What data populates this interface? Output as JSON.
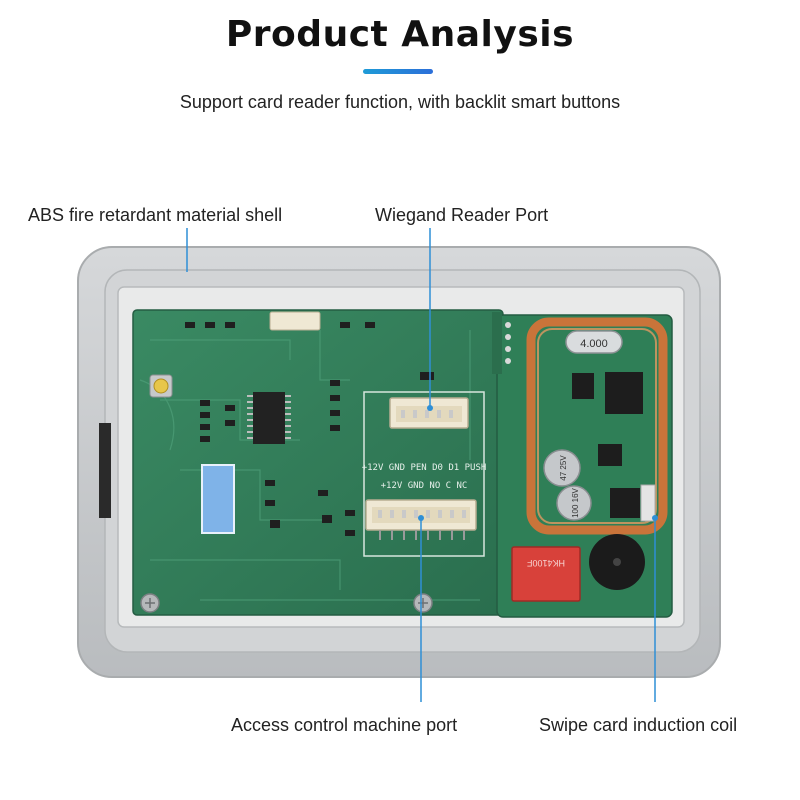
{
  "header": {
    "title": "Product Analysis",
    "subtitle": "Support card reader function, with backlit smart buttons"
  },
  "callouts": {
    "shell": "ABS fire retardant material shell",
    "wiegand_port": "Wiegand Reader Port",
    "machine_port": "Access control machine port",
    "induction_coil": "Swipe card induction coil"
  },
  "board_labels": {
    "crystal": "4.000",
    "capacitor_1": "47 25V",
    "capacitor_2": "100 16V",
    "relay": "HK4100F",
    "pins_top": "+12V GND PEN D0 D1 PUSH",
    "pins_bottom": "+12V GND NO C NC"
  },
  "colors": {
    "accent_start": "#1e9bd7",
    "accent_end": "#2c6fd9",
    "leader_line": "#2f8fd6",
    "shell": "#c9ccce",
    "pcb": "#2f7b57",
    "coil": "#c9743a",
    "relay": "#d8413a"
  }
}
